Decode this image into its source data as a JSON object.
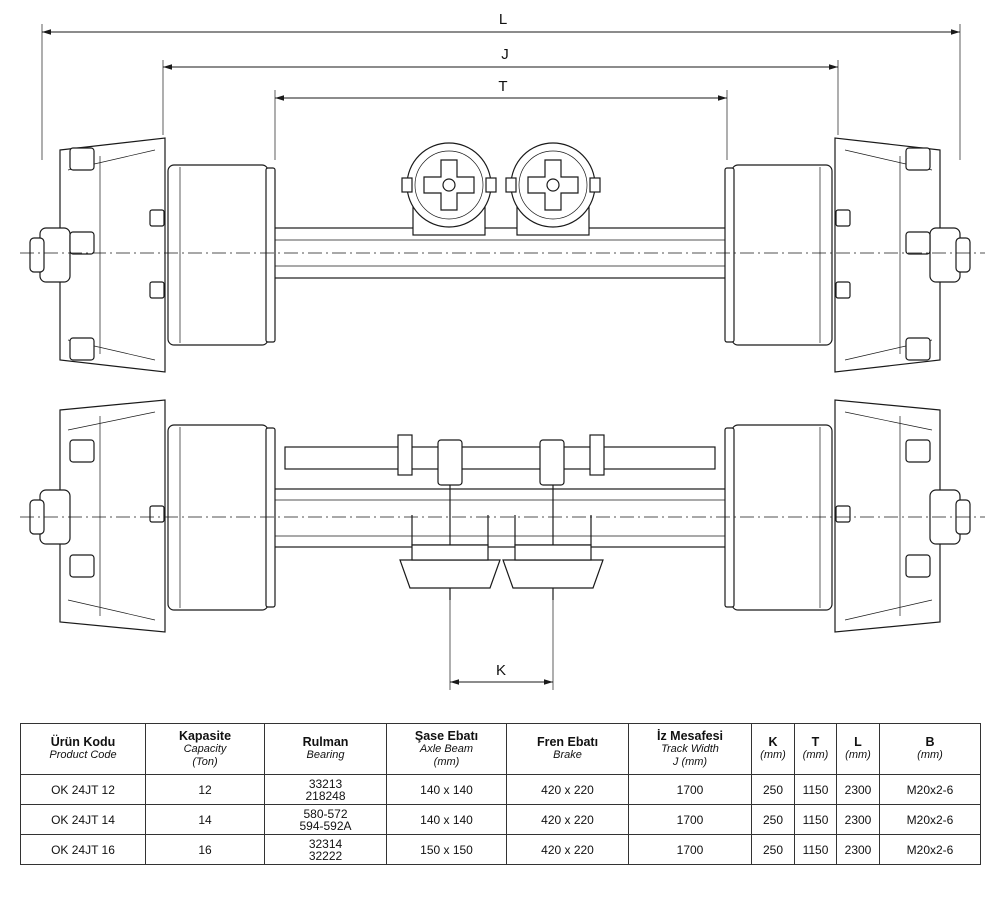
{
  "dimensions": {
    "overall_width": "L",
    "j_label": "J",
    "track_label": "T",
    "brake_offset": "K"
  },
  "table": {
    "headers": [
      {
        "key": "code",
        "main": "Ürün Kodu",
        "sub": [
          "Product Code"
        ]
      },
      {
        "key": "capacity",
        "main": "Kapasite",
        "sub": [
          "Capacity",
          "(Ton)"
        ]
      },
      {
        "key": "bearing",
        "main": "Rulman",
        "sub": [
          "Bearing"
        ]
      },
      {
        "key": "beam",
        "main": "Şase Ebatı",
        "sub": [
          "Axle Beam",
          "(mm)"
        ]
      },
      {
        "key": "brake",
        "main": "Fren Ebatı",
        "sub": [
          "Brake"
        ]
      },
      {
        "key": "track",
        "main": "İz Mesafesi",
        "sub": [
          "Track Width",
          "J (mm)"
        ]
      },
      {
        "key": "k",
        "main": "K",
        "sub": [
          "(mm)"
        ]
      },
      {
        "key": "t",
        "main": "T",
        "sub": [
          "(mm)"
        ]
      },
      {
        "key": "l",
        "main": "L",
        "sub": [
          "(mm)"
        ]
      },
      {
        "key": "b",
        "main": "B",
        "sub": [
          "(mm)"
        ]
      }
    ],
    "rows": [
      {
        "code": "OK 24JT 12",
        "capacity": "12",
        "bearing": [
          "33213",
          "218248"
        ],
        "beam": "140 x 140",
        "brake": "420 x 220",
        "track": "1700",
        "k": "250",
        "t": "1150",
        "l": "2300",
        "b": "M20x2-6"
      },
      {
        "code": "OK 24JT 14",
        "capacity": "14",
        "bearing": [
          "580-572",
          "594-592A"
        ],
        "beam": "140 x 140",
        "brake": "420 x 220",
        "track": "1700",
        "k": "250",
        "t": "1150",
        "l": "2300",
        "b": "M20x2-6"
      },
      {
        "code": "OK 24JT 16",
        "capacity": "16",
        "bearing": [
          "32314",
          "32222"
        ],
        "beam": "150 x 150",
        "brake": "420 x 220",
        "track": "1700",
        "k": "250",
        "t": "1150",
        "l": "2300",
        "b": "M20x2-6"
      }
    ]
  }
}
